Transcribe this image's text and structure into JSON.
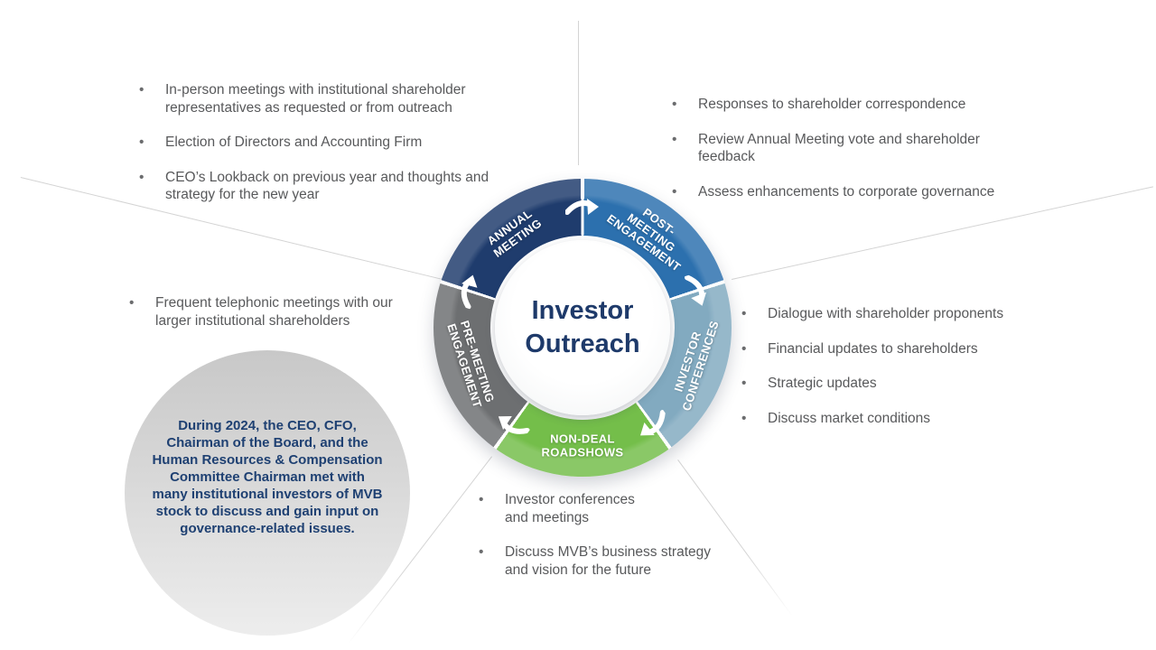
{
  "wheel": {
    "center_label": "Investor\nOutreach",
    "flow_direction": "clockwise",
    "segments": [
      {
        "id": "annual-meeting",
        "label": "ANNUAL\nMEETING",
        "color": "#1f3c6d"
      },
      {
        "id": "post-meeting",
        "label": "POST-MEETING\nENGAGEMENT",
        "color": "#2c70ae"
      },
      {
        "id": "investor-conferences",
        "label": "INVESTOR\nCONFERENCES",
        "color": "#82aac0"
      },
      {
        "id": "non-deal-roadshows",
        "label": "NON-DEAL\nROADSHOWS",
        "color": "#74be4a"
      },
      {
        "id": "pre-meeting",
        "label": "PRE-MEETING\nENGAGEMENT",
        "color": "#6d6f71"
      }
    ]
  },
  "callouts": {
    "annual_meeting": {
      "items": [
        "In-person meetings with institutional shareholder\nrepresentatives as requested or from outreach",
        "Election of Directors and Accounting Firm",
        "CEO’s Lookback on previous year and thoughts and\nstrategy for the new year"
      ]
    },
    "post_meeting": {
      "items": [
        "Responses to shareholder correspondence",
        "Review Annual Meeting vote and shareholder\nfeedback",
        "Assess enhancements to corporate governance"
      ]
    },
    "investor_conferences": {
      "items": [
        "Dialogue with shareholder proponents",
        "Financial updates to shareholders",
        "Strategic updates",
        "Discuss market conditions"
      ]
    },
    "non_deal_roadshows": {
      "items": [
        "Investor conferences\nand meetings",
        "Discuss MVB’s business strategy\nand vision for the future"
      ]
    },
    "pre_meeting": {
      "items": [
        "Frequent telephonic meetings with our\nlarger institutional shareholders"
      ]
    }
  },
  "summary_note": {
    "text": "During 2024, the CEO, CFO,\nChairman of the Board, and the\nHuman Resources & Compensation\nCommittee Chairman met with\nmany institutional investors of MVB\nstock to discuss and gain input on\ngovernance-related issues."
  },
  "colors": {
    "navy_segment": "#1f3c6d",
    "blue_segment": "#2c70ae",
    "steel_segment": "#82aac0",
    "green_segment": "#74be4a",
    "gray_segment": "#6d6f71",
    "center_text_navy": "#1e3a6a",
    "summary_text_navy": "#1e4072",
    "body_text_gray": "#58595b",
    "connector_line_gray": "#d4d4d4",
    "summary_circle_gray": "#d2d2d2"
  }
}
